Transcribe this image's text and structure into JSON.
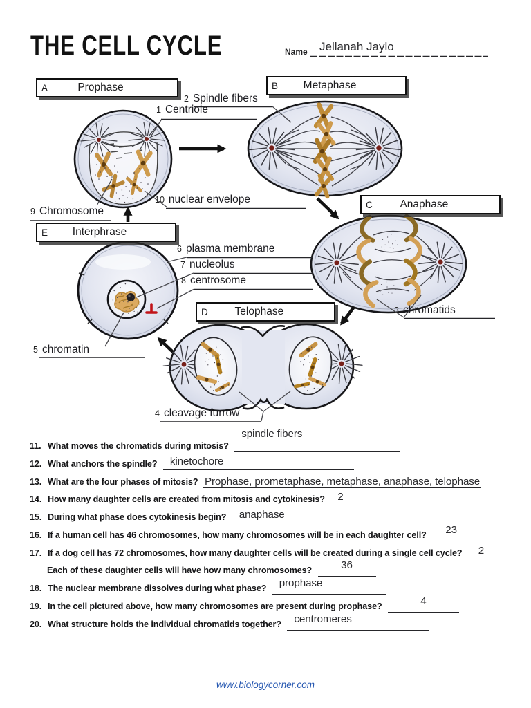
{
  "header": {
    "title": "THE CELL CYCLE",
    "name_label": "Name",
    "name_value": "Jellanah Jaylo"
  },
  "diagram": {
    "boxes": [
      {
        "letter": "A",
        "label": "Prophase"
      },
      {
        "letter": "B",
        "label": "Metaphase"
      },
      {
        "letter": "C",
        "label": "Anaphase"
      },
      {
        "letter": "D",
        "label": "Telophase"
      },
      {
        "letter": "E",
        "label": "Interphrase"
      }
    ],
    "labels": [
      {
        "num": "1",
        "text": "Centriole"
      },
      {
        "num": "2",
        "text": "Spindle fibers"
      },
      {
        "num": "3",
        "text": "chromatids"
      },
      {
        "num": "4",
        "text": "cleavage furrow"
      },
      {
        "num": "5",
        "text": "chromatin"
      },
      {
        "num": "6",
        "text": "plasma membrane"
      },
      {
        "num": "7",
        "text": "nucleolus"
      },
      {
        "num": "8",
        "text": "centrosome"
      },
      {
        "num": "9",
        "text": "Chromosome"
      },
      {
        "num": "10",
        "text": "nuclear envelope"
      }
    ]
  },
  "questions": [
    {
      "num": "11.",
      "text": "What moves the chromatids during mitosis?",
      "answer": "spindle fibers"
    },
    {
      "num": "12.",
      "text": "What anchors the spindle?",
      "answer": "kinetochore"
    },
    {
      "num": "13.",
      "text": "What are the four phases of mitosis?",
      "answer": "Prophase, prometaphase, metaphase, anaphase, telophase"
    },
    {
      "num": "14.",
      "text": "How many daughter cells are created from mitosis and cytokinesis?",
      "answer": "2"
    },
    {
      "num": "15.",
      "text": "During what phase does cytokinesis begin?",
      "answer": "anaphase"
    },
    {
      "num": "16.",
      "text": "If a human cell has 46 chromosomes, how many chromosomes will be in each daughter cell?",
      "answer": "23"
    },
    {
      "num": "17.",
      "text": "If a dog cell has 72 chromosomes, how many daughter cells will be created during a single cell cycle?",
      "answer": "2"
    },
    {
      "num": "",
      "text": "Each of these daughter cells will have how many chromosomes?",
      "answer": "36"
    },
    {
      "num": "18.",
      "text": "The nuclear membrane dissolves during what phase?",
      "answer": "prophase"
    },
    {
      "num": "19.",
      "text": "In the cell pictured above, how many chromosomes are present during prophase?",
      "answer": "4"
    },
    {
      "num": "20.",
      "text": "What structure holds the individual chromatids together?",
      "answer": "centromeres"
    }
  ],
  "footer": {
    "link": "www.biologycorner.com"
  },
  "colors": {
    "cell_fill": "#dfe3ef",
    "chromosome_orange": "#c79344",
    "chromatid_dark": "#8a6a26",
    "centrosome_red": "#c11318",
    "aster_center": "#772019",
    "link_blue": "#2456b0"
  }
}
